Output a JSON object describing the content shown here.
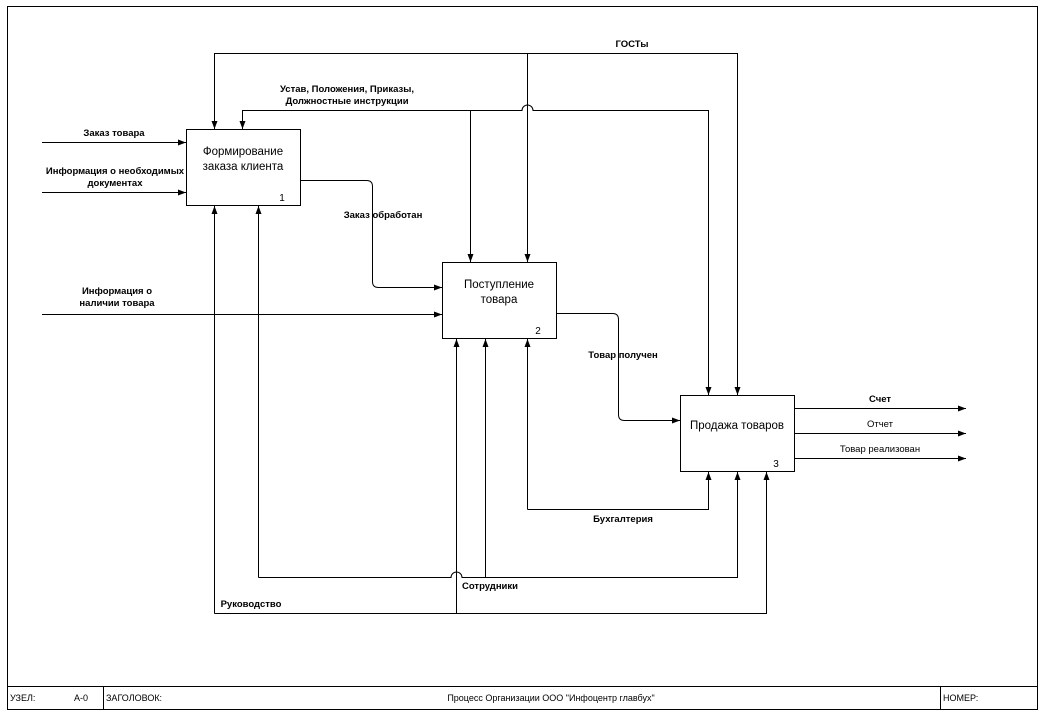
{
  "diagram": {
    "controls": {
      "gosty": "ГОСТы",
      "ustav_line1": "Устав, Положения, Приказы,",
      "ustav_line2": "Должностные инструкции"
    },
    "inputs": {
      "zakaz_tovara": "Заказ товара",
      "info_docs_line1": "Информация о необходимых",
      "info_docs_line2": "документах",
      "info_nalichie_line1": "Информация о",
      "info_nalichie_line2": "наличии товара"
    },
    "internal": {
      "zakaz_obrabotan": "Заказ обработан",
      "tovar_poluchen": "Товар получен"
    },
    "mechanisms": {
      "buhgalteriya": "Бухгалтерия",
      "sotrudniki": "Сотрудники",
      "rukovodstvo": "Руководство"
    },
    "outputs": {
      "schet": "Счет",
      "otchet": "Отчет",
      "tovar_realizovan": "Товар реализован"
    },
    "boxes": [
      {
        "line1": "Формирование",
        "line2": "заказа клиента",
        "number": "1"
      },
      {
        "line1": "Поступление",
        "line2": "товара",
        "number": "2"
      },
      {
        "line1": "Продажа товаров",
        "number": "3"
      }
    ]
  },
  "footer": {
    "node_label": "УЗЕЛ:",
    "node_value": "А-0",
    "title_label": "ЗАГОЛОВОК:",
    "title_value": "Процесс Организации ООО \"Инфоцентр главбух\"",
    "number_label": "НОМЕР:"
  }
}
